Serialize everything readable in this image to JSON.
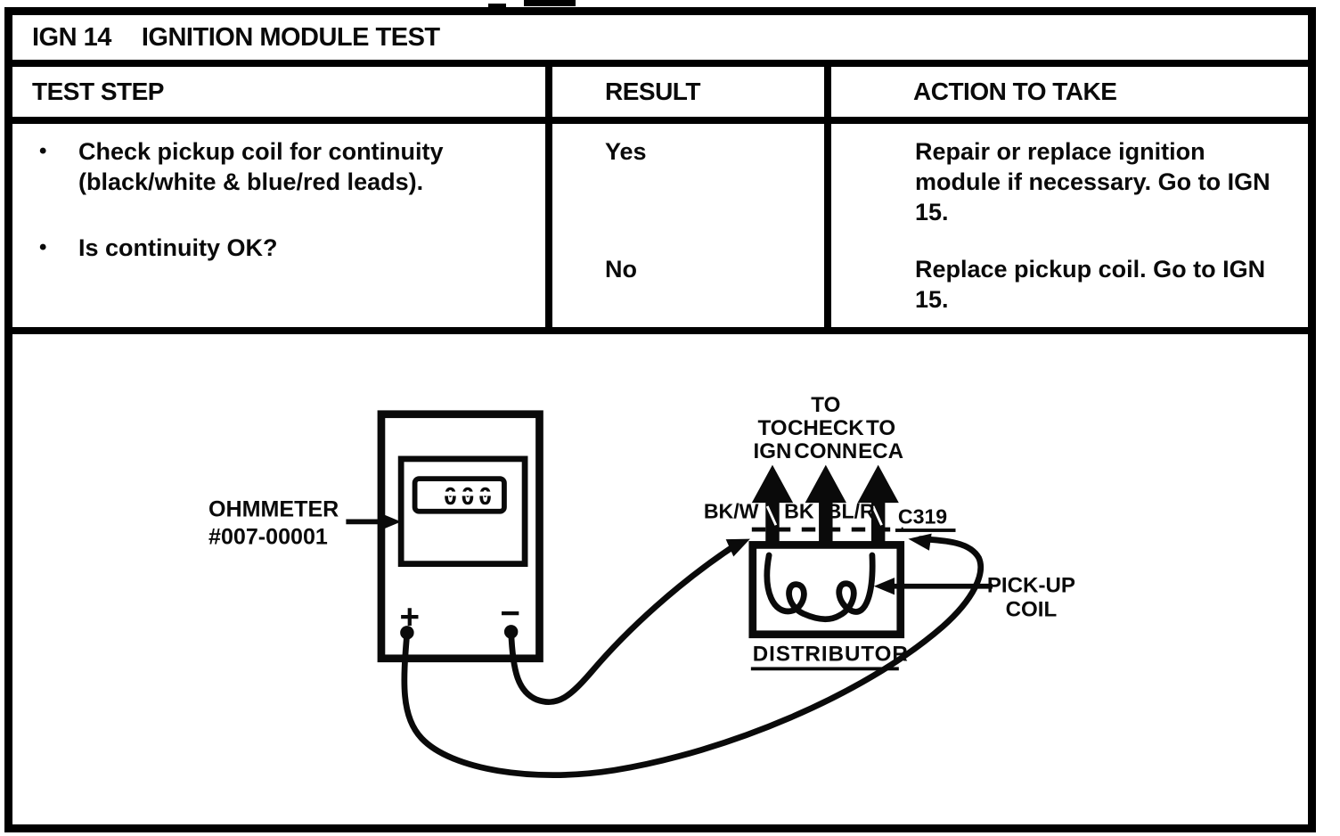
{
  "glyphs": {
    "bullet": "•"
  },
  "doc": {
    "title_code": "IGN 14",
    "title": "IGNITION MODULE TEST"
  },
  "table": {
    "headers": {
      "test_step": "TEST STEP",
      "result": "RESULT",
      "action": "ACTION TO TAKE"
    },
    "steps": [
      "Check pickup coil for continuity (black/white & blue/red leads).",
      "Is continuity OK?"
    ],
    "results": [
      {
        "result": "Yes",
        "action": "Repair or replace ignition module if necessary. Go to IGN 15."
      },
      {
        "result": "No",
        "action": "Replace pickup coil. Go to IGN 15."
      }
    ]
  },
  "diagram": {
    "ohmmeter": {
      "name": "OHMMETER",
      "part_number": "#007-00001",
      "display_value": "000",
      "plus": "+",
      "minus": "−"
    },
    "connector": {
      "id": "C319",
      "dest_left": [
        "TO",
        "IGN"
      ],
      "dest_mid": [
        "TO",
        "CHECK",
        "CONN"
      ],
      "dest_right": [
        "TO",
        "ECA"
      ],
      "wire_left": "BK/W",
      "wire_mid": "BK",
      "wire_right": "BL/R"
    },
    "distributor": {
      "label": "DISTRIBUTOR",
      "pickup_line1": "PICK-UP",
      "pickup_line2": "COIL"
    }
  }
}
